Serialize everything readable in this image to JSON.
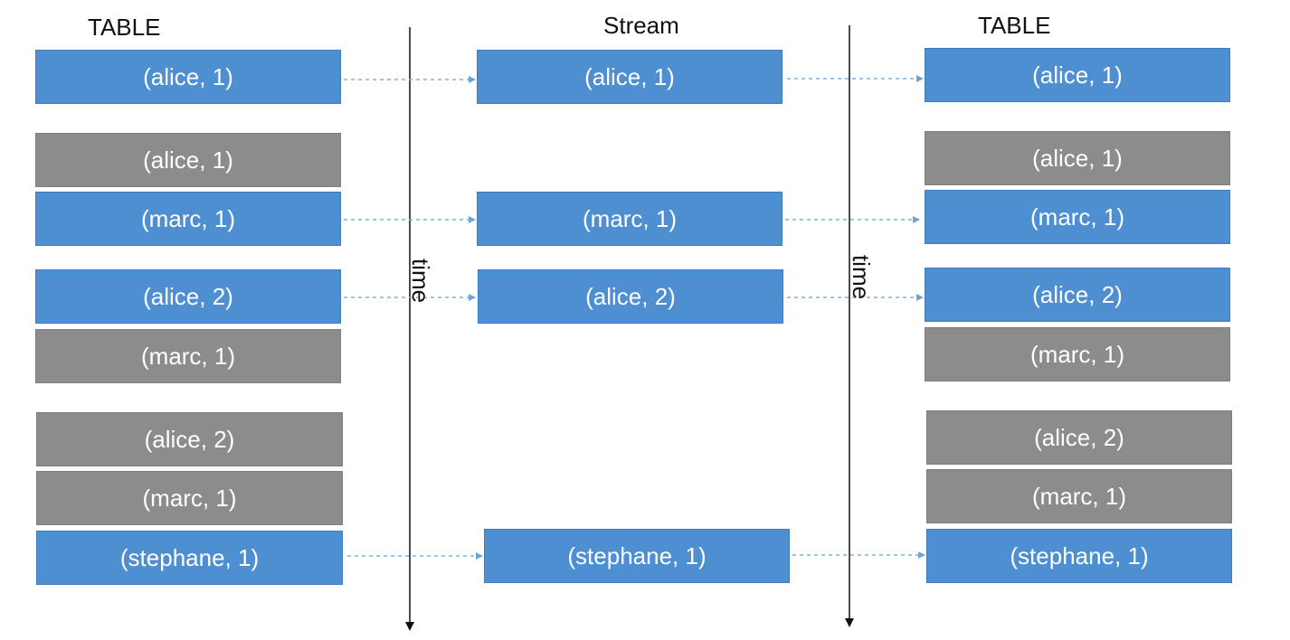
{
  "headers": {
    "left": "TABLE",
    "middle": "Stream",
    "right": "TABLE"
  },
  "time_axis_label": "time",
  "colors": {
    "update_record": "#4e8fd1",
    "existing_record": "#8c8c8c",
    "arrow": "#7fb0dd",
    "axis": "#111111"
  },
  "left_table": [
    {
      "text": "(alice, 1)",
      "kind": "update"
    },
    {
      "text": "(alice, 1)",
      "kind": "existing"
    },
    {
      "text": "(marc, 1)",
      "kind": "update"
    },
    {
      "text": "(alice, 2)",
      "kind": "update"
    },
    {
      "text": "(marc, 1)",
      "kind": "existing"
    },
    {
      "text": "(alice, 2)",
      "kind": "existing"
    },
    {
      "text": "(marc, 1)",
      "kind": "existing"
    },
    {
      "text": "(stephane, 1)",
      "kind": "update"
    }
  ],
  "stream": [
    {
      "text": "(alice, 1)",
      "kind": "update"
    },
    {
      "text": "(marc, 1)",
      "kind": "update"
    },
    {
      "text": "(alice, 2)",
      "kind": "update"
    },
    {
      "text": "(stephane, 1)",
      "kind": "update"
    }
  ],
  "right_table": [
    {
      "text": "(alice, 1)",
      "kind": "update"
    },
    {
      "text": "(alice, 1)",
      "kind": "existing"
    },
    {
      "text": "(marc, 1)",
      "kind": "update"
    },
    {
      "text": "(alice, 2)",
      "kind": "update"
    },
    {
      "text": "(marc, 1)",
      "kind": "existing"
    },
    {
      "text": "(alice, 2)",
      "kind": "existing"
    },
    {
      "text": "(marc, 1)",
      "kind": "existing"
    },
    {
      "text": "(stephane, 1)",
      "kind": "update"
    }
  ]
}
